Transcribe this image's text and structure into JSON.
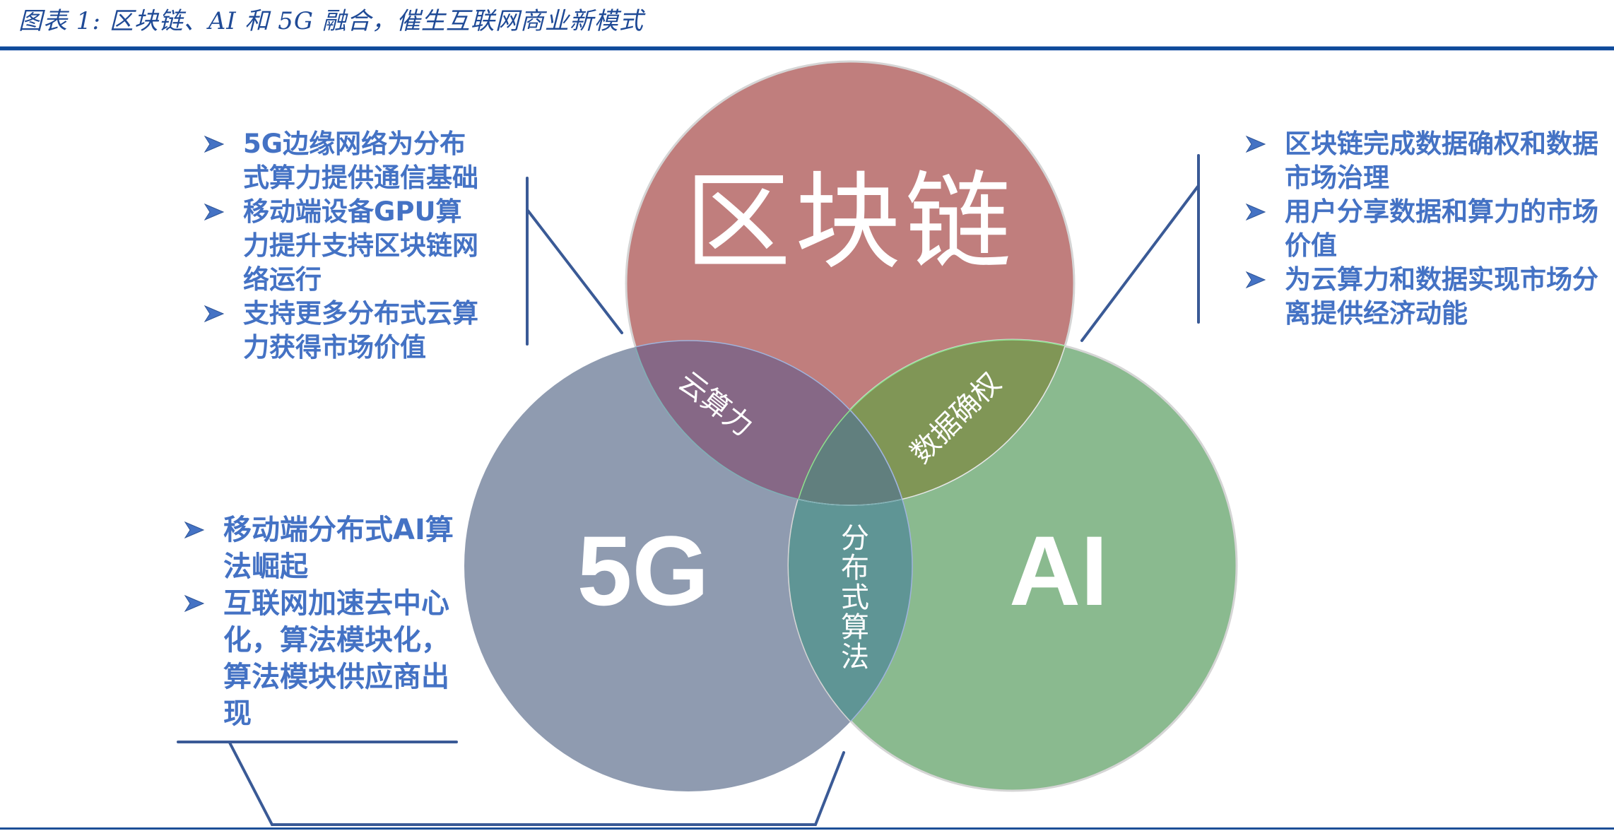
{
  "figure": {
    "title": "图表 1:  区块链、AI 和 5G 融合，催生互联网商业新模式"
  },
  "colors": {
    "title_text": "#1f4a96",
    "rule": "#0e4a9a",
    "bullet_text": "#4472c4",
    "connector_line": "#3a5a96",
    "circle_blockchain": "#c07e7d",
    "circle_5g": "#8f9bb0",
    "circle_ai": "#8aba8f",
    "overlap_blockchain_5g": "#866886",
    "overlap_blockchain_ai": "#809656",
    "overlap_5g_ai": "#5f9595",
    "overlap_all": "#617f7e"
  },
  "venn": {
    "circles": [
      {
        "id": "blockchain",
        "label": "区块链"
      },
      {
        "id": "5g",
        "label": "5G"
      },
      {
        "id": "ai",
        "label": "AI"
      }
    ],
    "overlaps": {
      "blockchain_5g": "云算力",
      "blockchain_ai": "数据确权",
      "5g_ai": "分布式算法"
    }
  },
  "callouts": {
    "blockchain_5g": {
      "items": [
        "5G边缘网络为分布式算力提供通信基础",
        "移动端设备GPU算力提升支持区块链网络运行",
        "支持更多分布式云算力获得市场价值"
      ]
    },
    "blockchain_ai": {
      "items": [
        "区块链完成数据确权和数据市场治理",
        "用户分享数据和算力的市场价值",
        "为云算力和数据实现市场分离提供经济动能"
      ]
    },
    "5g_ai": {
      "items": [
        "移动端分布式AI算法崛起",
        "互联网加速去中心化，算法模块化，算法模块供应商出现"
      ]
    }
  }
}
